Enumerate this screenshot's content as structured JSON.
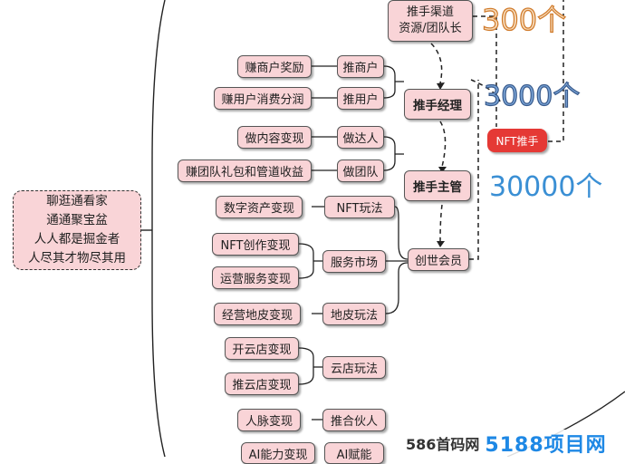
{
  "root": {
    "lines": [
      "聊逛通看家",
      "通通聚宝盆",
      "人人都是掘金者",
      "人尽其才物尽其用"
    ]
  },
  "levels": {
    "channel": [
      "推手渠道",
      "资源/团队长"
    ],
    "manager": "推手经理",
    "director": "推手主管",
    "member": "创世会员"
  },
  "categories": [
    {
      "label": "推商户",
      "items": [
        "赚商户奖励"
      ]
    },
    {
      "label": "推用户",
      "items": [
        "赚用户消费分润"
      ]
    },
    {
      "label": "做达人",
      "items": [
        "做内容变现"
      ]
    },
    {
      "label": "做团队",
      "items": [
        "赚团队礼包和管道收益"
      ]
    },
    {
      "label": "NFT玩法",
      "items": [
        "数字资产变现"
      ]
    },
    {
      "label": "服务市场",
      "items": [
        "NFT创作变现",
        "运营服务变现"
      ]
    },
    {
      "label": "地皮玩法",
      "items": [
        "经营地皮变现"
      ]
    },
    {
      "label": "云店玩法",
      "items": [
        "开云店变现",
        "推云店变现"
      ]
    },
    {
      "label": "推合伙人",
      "items": [
        "人脉变现"
      ]
    },
    {
      "label": "AI赋能",
      "items": [
        "AI能力变现"
      ]
    }
  ],
  "nft_badge": "NFT推手",
  "counts": [
    "300个",
    "3000个",
    "30000个"
  ],
  "watermark": {
    "text": "586首码网",
    "logo": "5188项目网"
  },
  "colors": {
    "box_fill": "#f9d4d7",
    "nft_badge": "#e53935",
    "count_300": "#f5d9b8",
    "count_3000": "#7aa4d6",
    "count_30000": "#3a8fd4"
  }
}
